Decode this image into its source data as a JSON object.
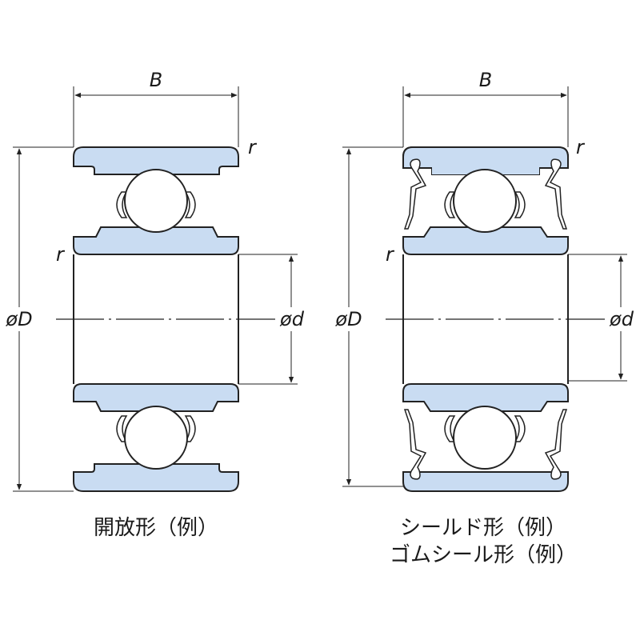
{
  "left": {
    "width_label": "B",
    "outer_dia_label": "øD",
    "bore_dia_label": "ød",
    "corner_label_top": "r",
    "corner_label_inner": "r",
    "caption": "開放形（例）"
  },
  "right": {
    "width_label": "B",
    "outer_dia_label": "øD",
    "bore_dia_label": "ød",
    "corner_label_top": "r",
    "corner_label_inner": "r",
    "caption_line1": "シールド形（例）",
    "caption_line2": "ゴムシール形（例）"
  },
  "colors": {
    "ring_fill": "#c9dcf2",
    "line": "#222222"
  }
}
